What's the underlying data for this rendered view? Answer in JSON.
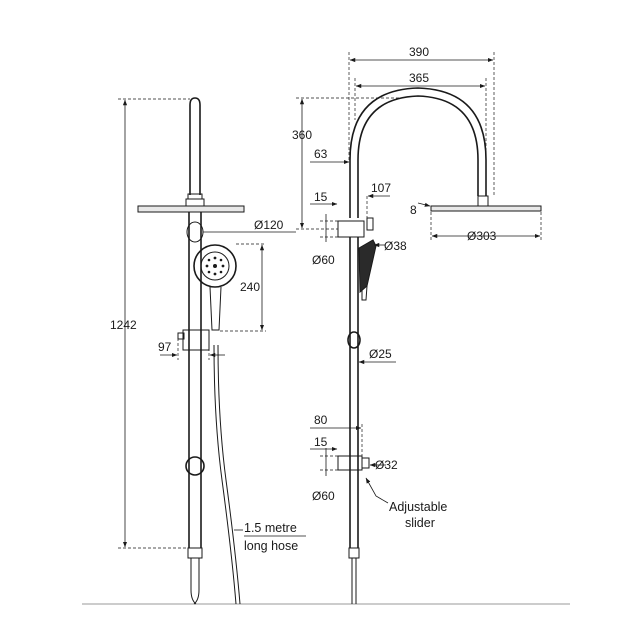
{
  "dimensions": {
    "width_390": "390",
    "width_365": "365",
    "height_360": "360",
    "offset_63": "63",
    "offset_15_top": "15",
    "offset_107": "107",
    "plate_8": "8",
    "dia_120": "Ø120",
    "dia_38": "Ø38",
    "dia_60_top": "Ø60",
    "dia_303": "Ø303",
    "height_240": "240",
    "height_1242": "1242",
    "offset_97": "97",
    "dia_25": "Ø25",
    "offset_80": "80",
    "offset_15_bottom": "15",
    "dia_32": "Ø32",
    "dia_60_bottom": "Ø60"
  },
  "notes": {
    "hose_line1": "1.5 metre",
    "hose_line2": "long hose",
    "slider_line1": "Adjustable",
    "slider_line2": "slider"
  }
}
